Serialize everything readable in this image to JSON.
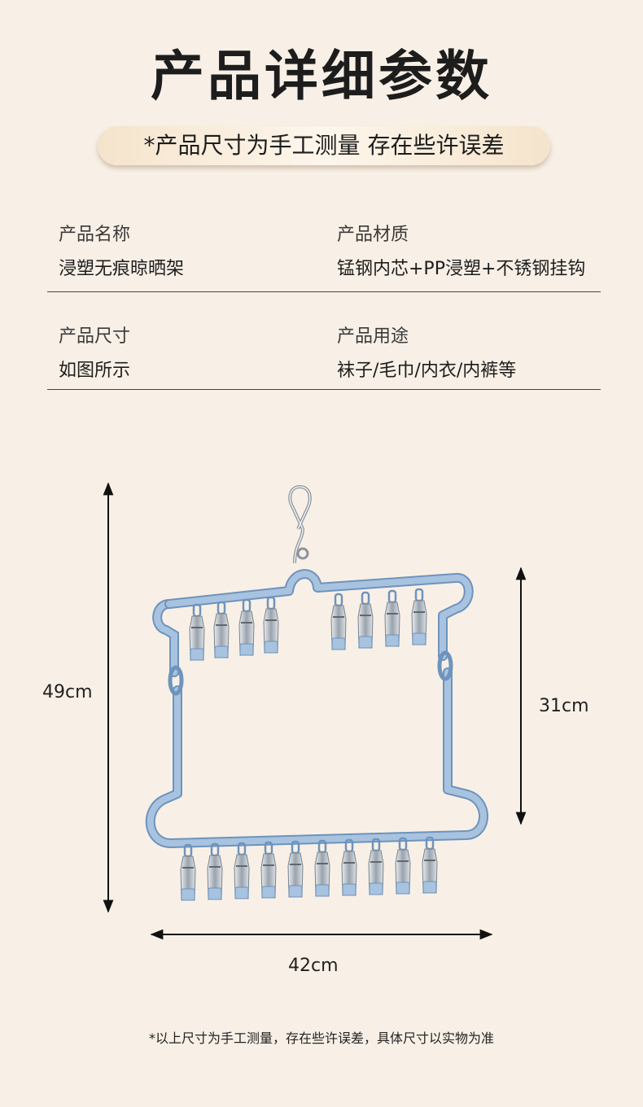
{
  "page_title": "产品详细参数",
  "notice": "*产品尺寸为手工测量 存在些许误差",
  "specs": {
    "name": {
      "label": "产品名称",
      "value": "浸塑无痕晾晒架"
    },
    "material": {
      "label": "产品材质",
      "value": "锰钢内芯+PP浸塑+不锈钢挂钩"
    },
    "size": {
      "label": "产品尺寸",
      "value": "如图所示"
    },
    "usage": {
      "label": "产品用途",
      "value": "袜子/毛巾/内衣/内裤等"
    }
  },
  "dimensions": {
    "height_total": "49cm",
    "height_frame": "31cm",
    "width": "42cm"
  },
  "footnote": "*以上尺寸为手工测量，存在些许误差，具体尺寸以实物为准",
  "colors": {
    "background": "#f8f0e6",
    "frame": "#a7c3e0",
    "frame_edge": "#6e93bd",
    "clip_metal": "#c8cdd4"
  }
}
